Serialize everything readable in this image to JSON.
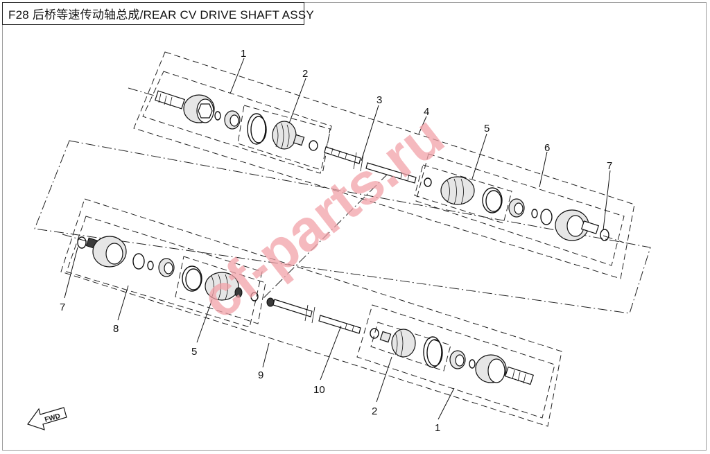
{
  "title": "F28 后桥等速传动轴总成/REAR CV DRIVE SHAFT ASSY",
  "watermark": "cf-parts.ru",
  "watermark_color": "#f08a94",
  "fwd_label": "FWD",
  "callouts": {
    "c1_top": "1",
    "c2_top": "2",
    "c3": "3",
    "c4": "4",
    "c5_top": "5",
    "c6": "6",
    "c7_right": "7",
    "c7_left": "7",
    "c8": "8",
    "c5_bottom": "5",
    "c9": "9",
    "c10": "10",
    "c2_bottom": "2",
    "c1_bottom": "1"
  }
}
